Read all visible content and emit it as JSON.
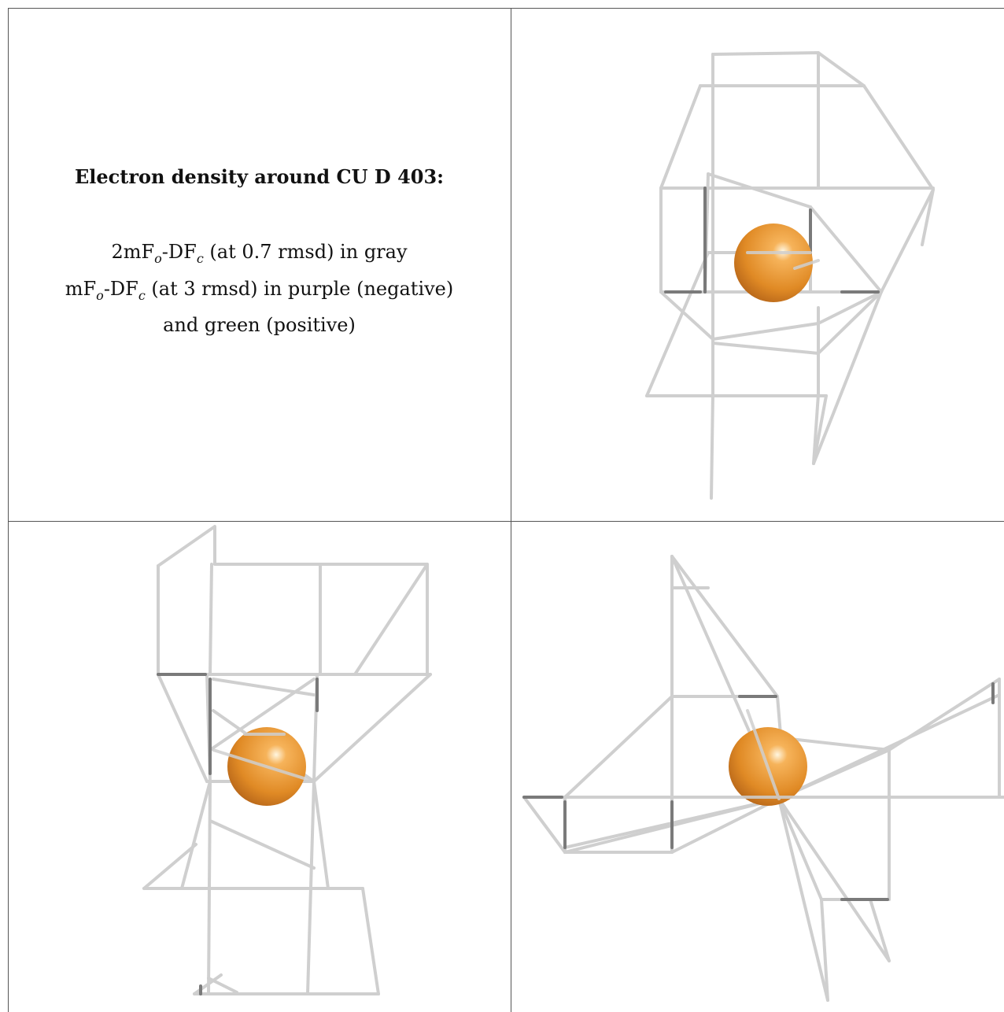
{
  "caption": {
    "title": "Electron density around CU D 403:",
    "line1_a": "2mF",
    "line1_sub1": "o",
    "line1_b": "-DF",
    "line1_sub2": "c",
    "line1_c": " (at 0.7 rmsd) in gray",
    "line2_a": "mF",
    "line2_sub1": "o",
    "line2_b": "-DF",
    "line2_sub2": "c",
    "line2_c": " (at 3 rmsd) in purple (negative)",
    "line3": "and green (positive)"
  },
  "colors": {
    "mesh": "#cfcfcf",
    "mesh_dark": "#7a7a7a",
    "atom": "#e89433",
    "border": "#555555"
  }
}
